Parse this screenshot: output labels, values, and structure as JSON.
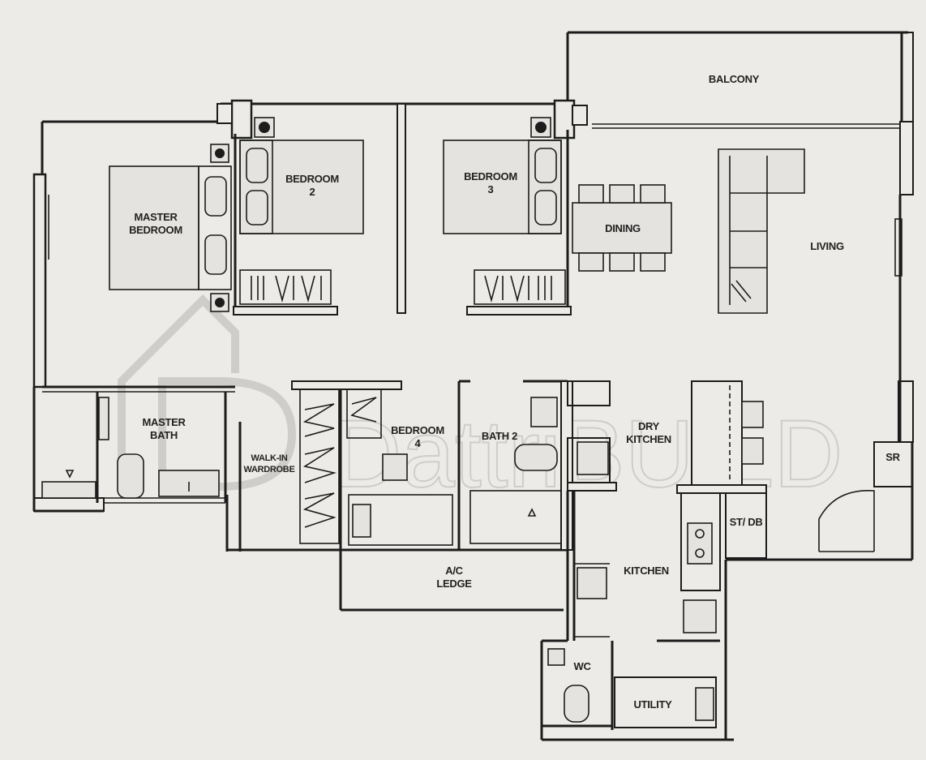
{
  "rooms": {
    "balcony": "BALCONY",
    "bedroom2_line1": "BEDROOM",
    "bedroom2_line2": "2",
    "bedroom3_line1": "BEDROOM",
    "bedroom3_line2": "3",
    "dining": "DINING",
    "living": "LIVING",
    "master_bedroom_line1": "MASTER",
    "master_bedroom_line2": "BEDROOM",
    "master_bath_line1": "MASTER",
    "master_bath_line2": "BATH",
    "walkin_line1": "WALK-IN",
    "walkin_line2": "WARDROBE",
    "bedroom4_line1": "BEDROOM",
    "bedroom4_line2": "4",
    "bath2": "BATH 2",
    "dry_kitchen_line1": "DRY",
    "dry_kitchen_line2": "KITCHEN",
    "sr": "SR",
    "st_db": "ST/ DB",
    "kitchen": "KITCHEN",
    "ac_ledge_line1": "A/C",
    "ac_ledge_line2": "LEDGE",
    "wc": "WC",
    "utility": "UTILITY"
  },
  "watermark": "DattriBUILD"
}
